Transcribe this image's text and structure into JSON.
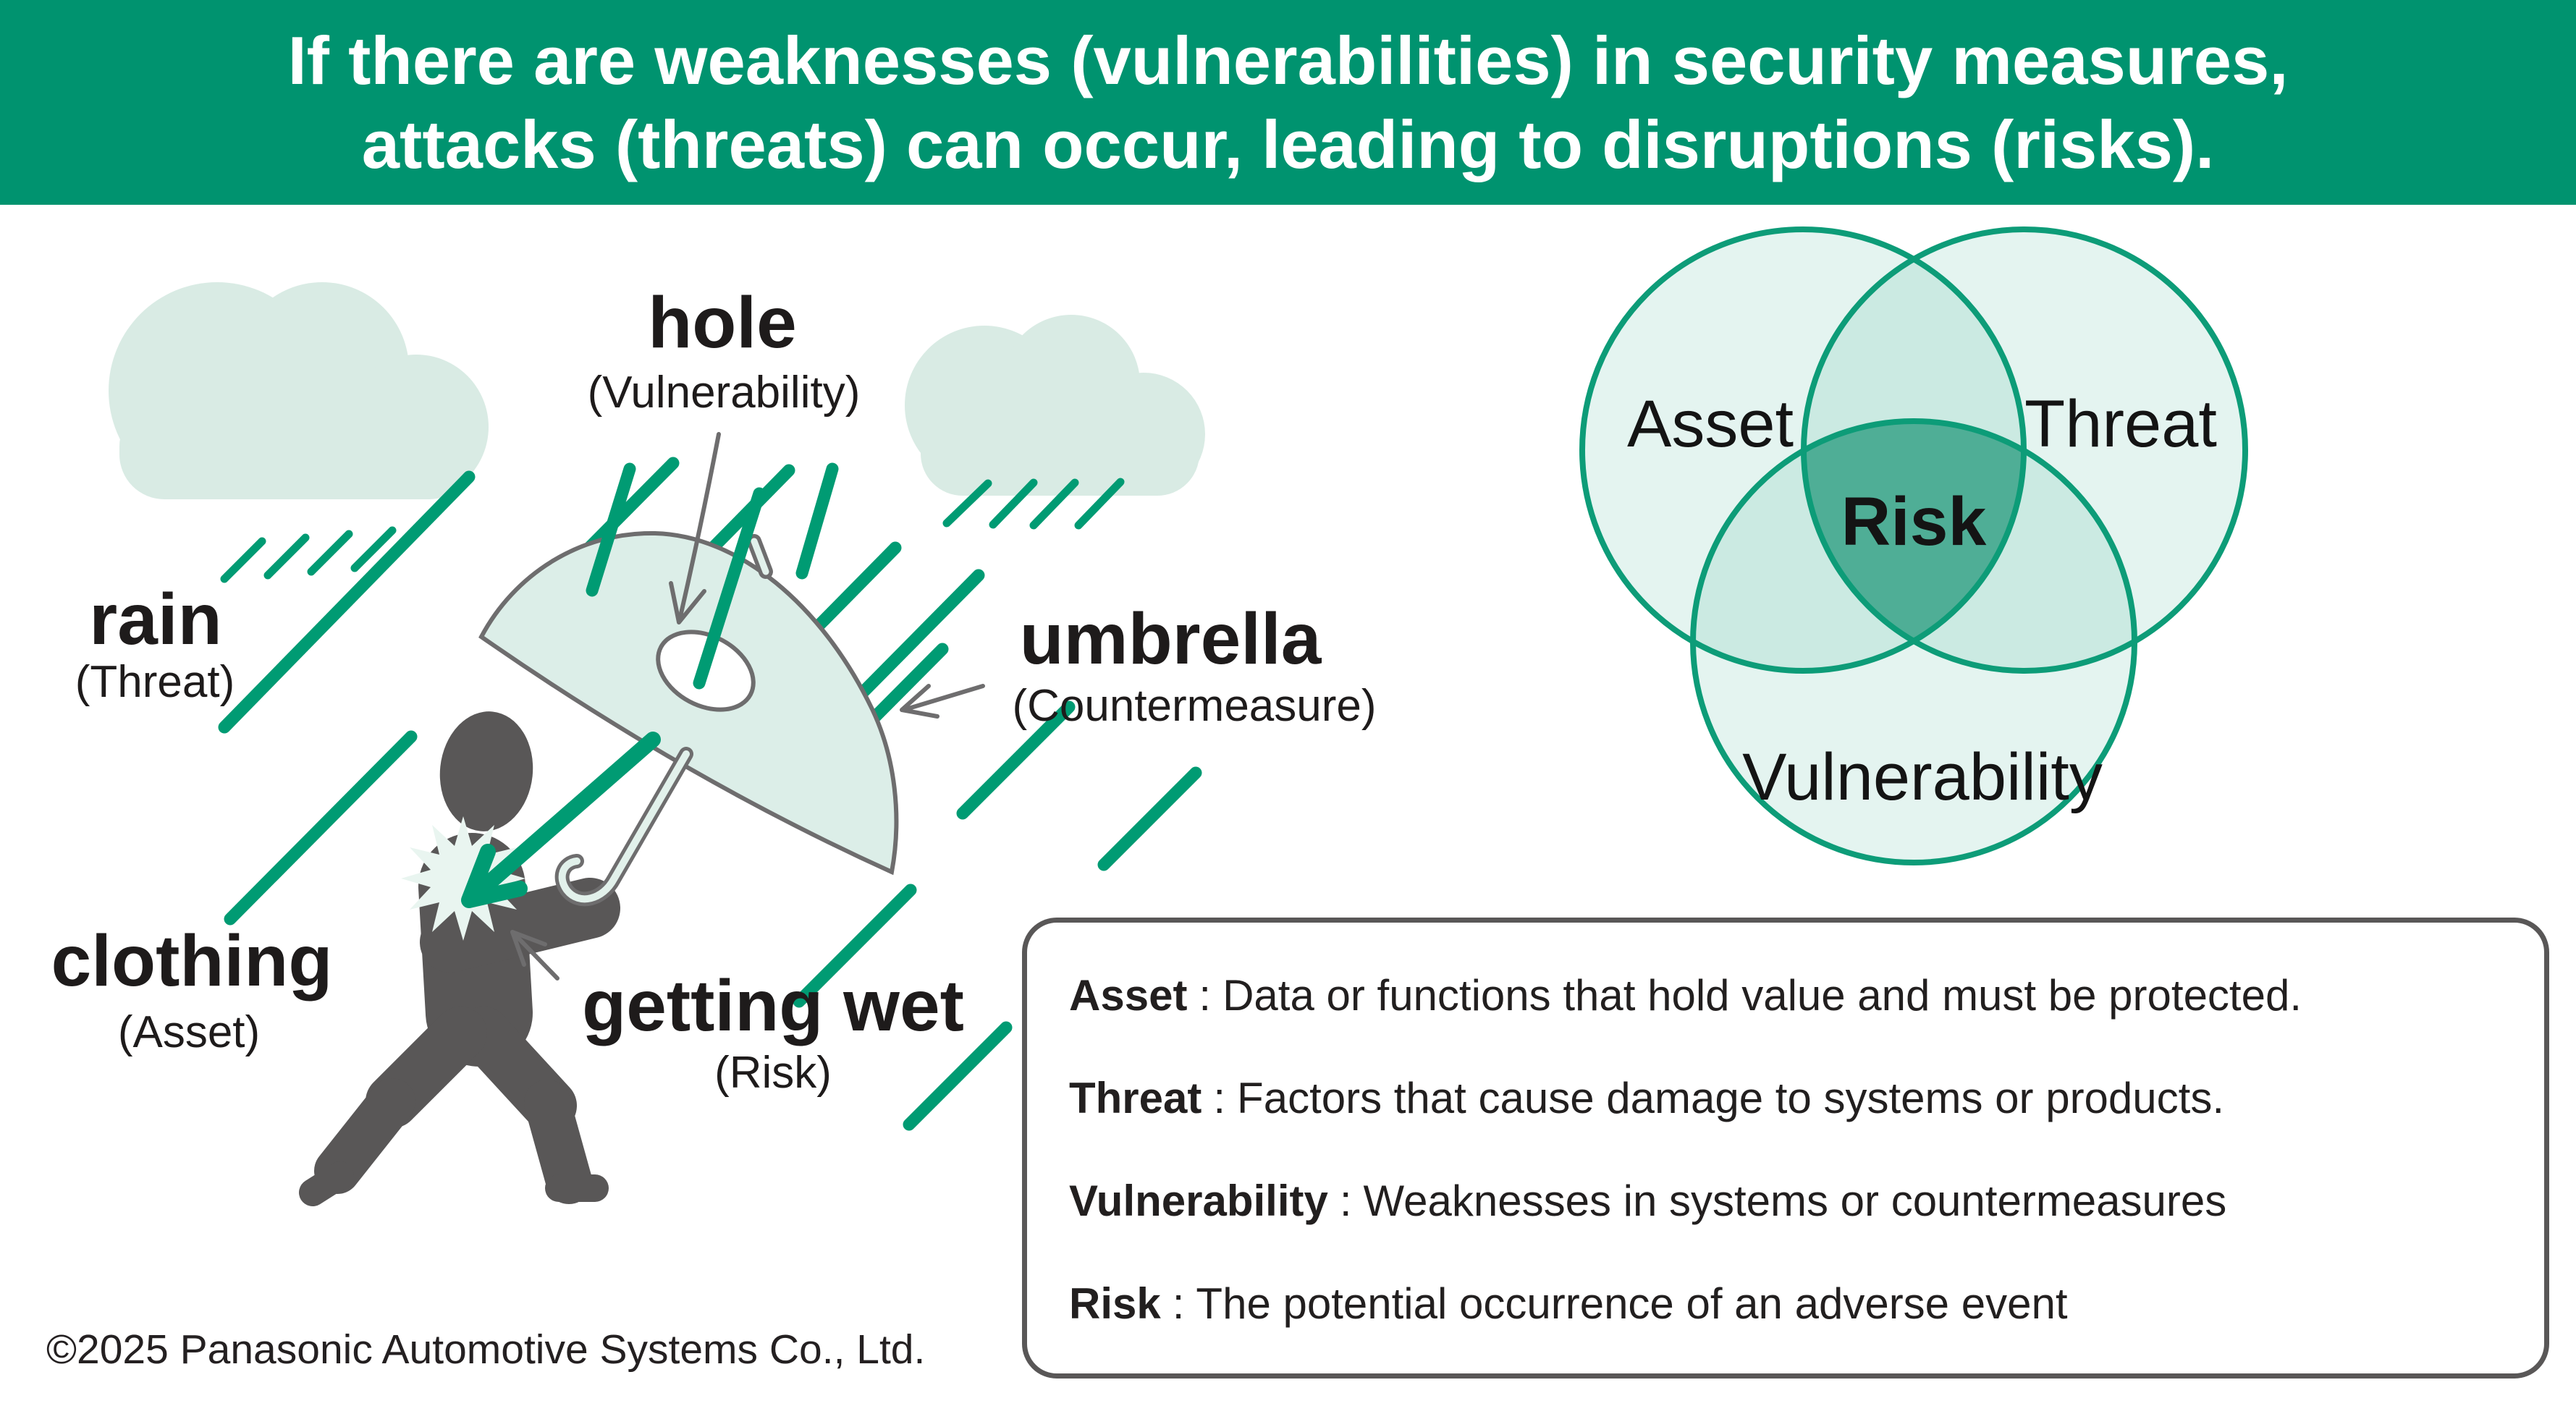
{
  "banner": {
    "line1": "If there are weaknesses (vulnerabilities) in security measures,",
    "line2": "attacks (threats) can occur, leading to disruptions (risks)."
  },
  "metaphor_labels": {
    "hole": {
      "title": "hole",
      "subtitle": "(Vulnerability)"
    },
    "rain": {
      "title": "rain",
      "subtitle": "(Threat)"
    },
    "umbrella": {
      "title": "umbrella",
      "subtitle": "(Countermeasure)"
    },
    "clothing": {
      "title": "clothing",
      "subtitle": "(Asset)"
    },
    "getting_wet": {
      "title": "getting wet",
      "subtitle": "(Risk)"
    }
  },
  "venn": {
    "asset": "Asset",
    "threat": "Threat",
    "vulnerability": "Vulnerability",
    "risk": "Risk"
  },
  "definitions": {
    "separator": ":",
    "items": [
      {
        "term": "Asset",
        "definition": "Data or functions that hold value and must be protected."
      },
      {
        "term": "Threat",
        "definition": "Factors that cause damage to systems or products."
      },
      {
        "term": "Vulnerability",
        "definition": "Weaknesses in systems or countermeasures"
      },
      {
        "term": "Risk",
        "definition": "The potential occurrence of an adverse event"
      }
    ]
  },
  "footer": {
    "copyright": "©2025 Panasonic Automotive Systems Co., Ltd."
  },
  "colors": {
    "brand-green": "#00936F",
    "rain-green": "#009B73",
    "venn-stroke": "#0D9C78",
    "venn-center-fill": "#4FAE96",
    "mint-light": "#DCEEE8",
    "person-gray": "#595757"
  }
}
